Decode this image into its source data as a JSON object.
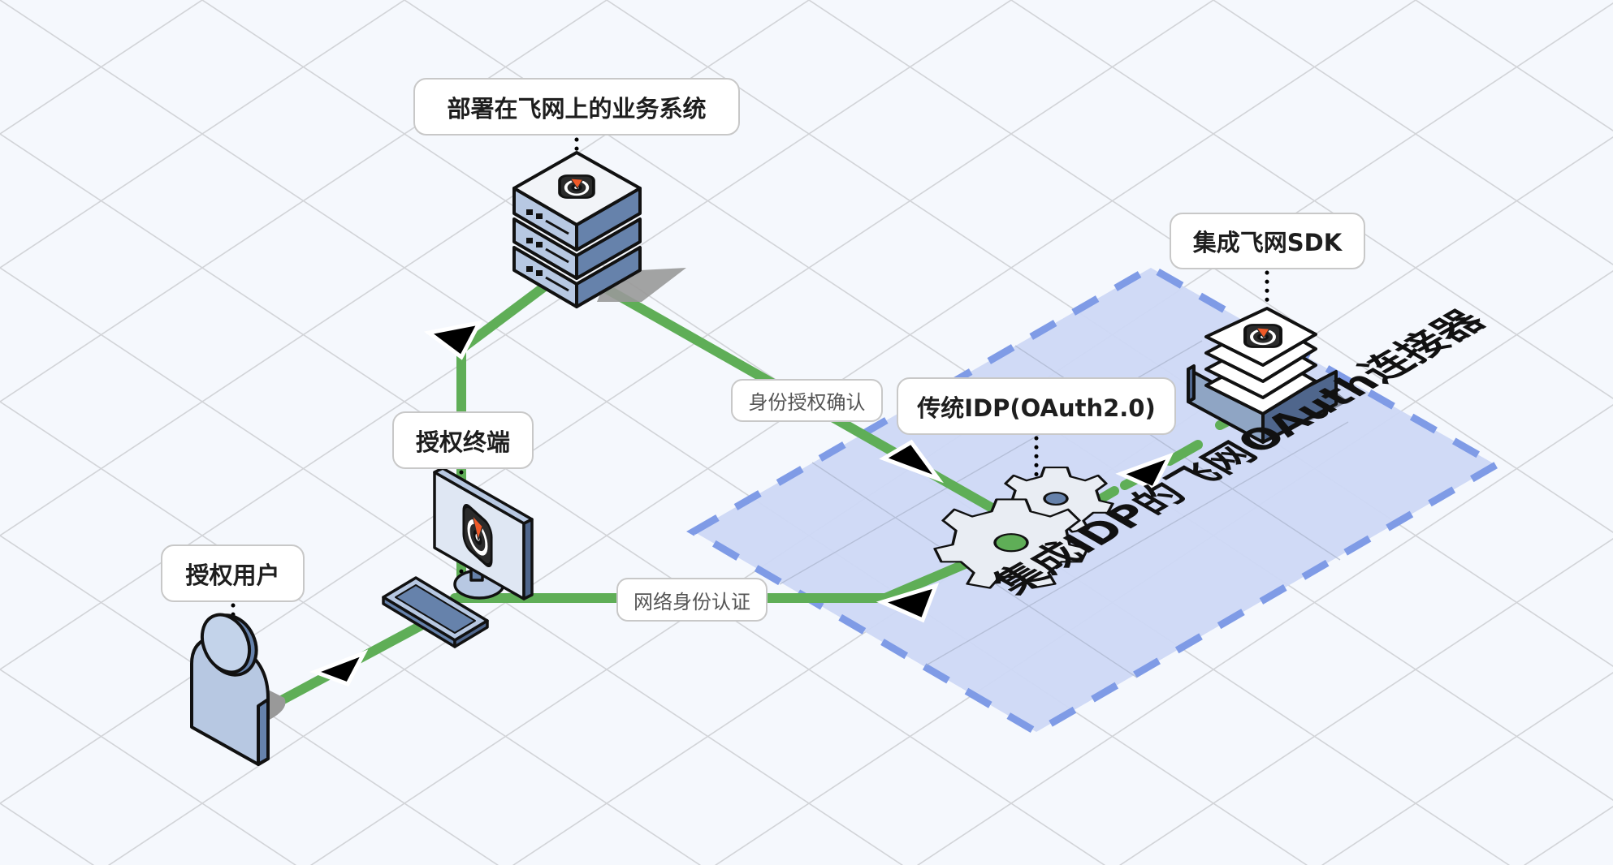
{
  "diagram": {
    "title": "飞网 OAuth 集成架构",
    "platform": {
      "label": "集成IDP的飞网OAuth连接器",
      "fill": "#cdd8f5",
      "border": "#7f9be6"
    },
    "nodes": [
      {
        "id": "business-system",
        "label": "部署在飞网上的业务系统",
        "icon": "server-stack-icon"
      },
      {
        "id": "sdk",
        "label": "集成飞网SDK",
        "icon": "sdk-layers-icon"
      },
      {
        "id": "idp",
        "label": "传统IDP(OAuth2.0)",
        "icon": "gears-icon"
      },
      {
        "id": "terminal",
        "label": "授权终端",
        "icon": "monitor-icon"
      },
      {
        "id": "user",
        "label": "授权用户",
        "icon": "person-icon"
      }
    ],
    "edges": [
      {
        "from": "user",
        "to": "terminal",
        "label": ""
      },
      {
        "from": "terminal",
        "to": "business-system",
        "label": ""
      },
      {
        "from": "business-system",
        "to": "idp",
        "label": "身份授权确认"
      },
      {
        "from": "terminal",
        "to": "idp",
        "label": "网络身份认证"
      },
      {
        "from": "idp",
        "to": "sdk",
        "label": ""
      }
    ],
    "colors": {
      "edge": "#5fae57",
      "arrow": "#000000",
      "background": "#f5f8fd",
      "grid": "#d2d4d8",
      "device_light": "#b7c8e2",
      "device_dark": "#5f7aa3",
      "logo_accent": "#f05a28"
    }
  }
}
